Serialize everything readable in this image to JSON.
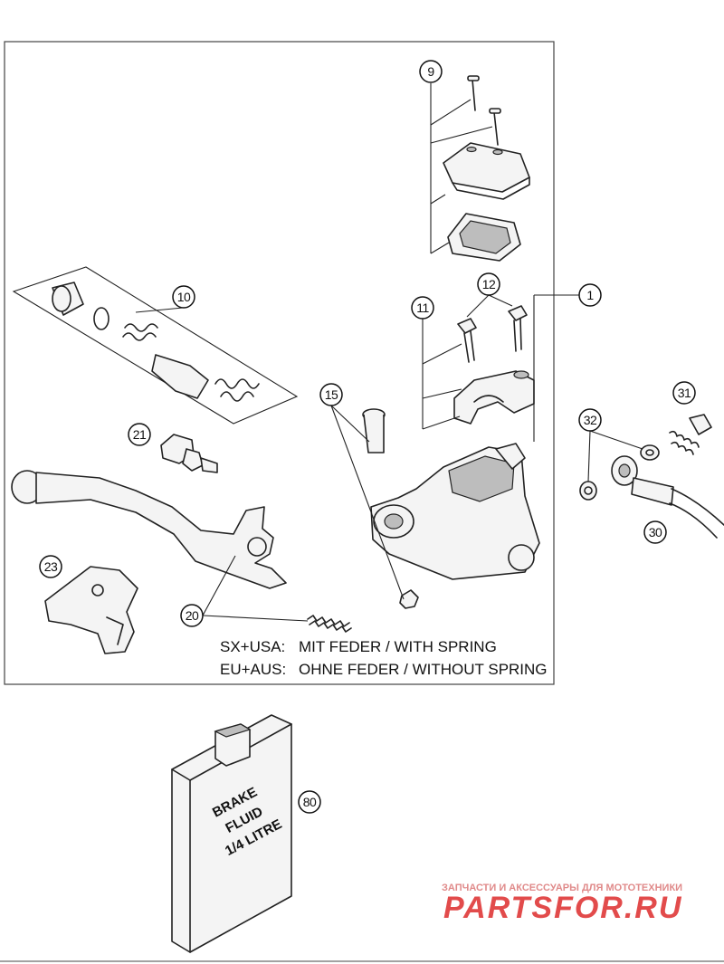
{
  "callouts": {
    "c1": "1",
    "c9": "9",
    "c10": "10",
    "c11": "11",
    "c12": "12",
    "c15": "15",
    "c20": "20",
    "c21": "21",
    "c23": "23",
    "c30": "30",
    "c31": "31",
    "c32": "32",
    "c80": "80"
  },
  "notes": {
    "line1_prefix": "SX+USA:",
    "line1_text": "MIT FEDER / WITH SPRING",
    "line2_prefix": "EU+AUS:",
    "line2_text": "OHNE FEDER / WITHOUT SPRING"
  },
  "can_label": [
    "BRAKE",
    "FLUID",
    "1/4 LITRE"
  ],
  "watermark": {
    "subtitle": "ЗАПЧАСТИ И АКСЕССУАРЫ ДЛЯ МОТОТЕХНИКИ",
    "brand": "PARTSFOR.RU"
  }
}
